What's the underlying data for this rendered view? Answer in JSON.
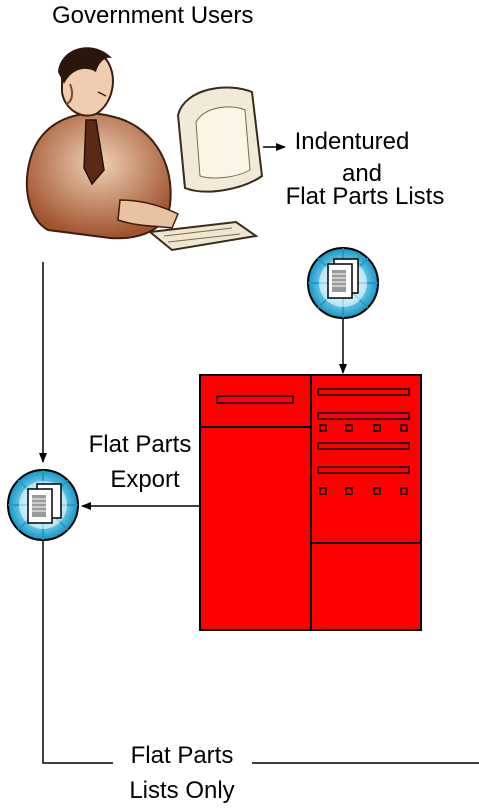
{
  "labels": {
    "users": "Government Users",
    "lists_line1": "Indentured",
    "lists_line2": "and",
    "lists_line3": "Flat Parts Lists",
    "export_line1": "Flat Parts",
    "export_line2": "Export",
    "bottom_line1": "Flat Parts",
    "bottom_line2": "Lists Only"
  },
  "colors": {
    "server": "#ff0000",
    "outline": "#000000",
    "doc_circle": "#2aa4cc"
  },
  "icons": {
    "user": "person-at-computer-icon",
    "documents": "documents-icon",
    "server": "server-rack-icon"
  }
}
